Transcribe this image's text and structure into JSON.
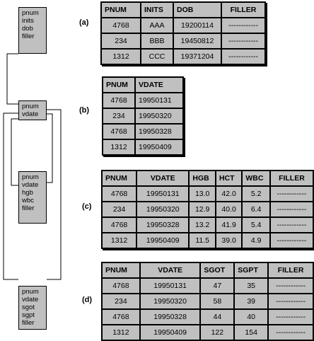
{
  "entities": [
    {
      "fields": [
        "pnum",
        "inits",
        "dob",
        "filler"
      ]
    },
    {
      "fields": [
        "pnum",
        "vdate"
      ]
    },
    {
      "fields": [
        "pnum",
        "vdate",
        "hgb",
        "wbc",
        "filler"
      ]
    },
    {
      "fields": [
        "pnum",
        "vdate",
        "sgot",
        "sgpt",
        "filler"
      ]
    }
  ],
  "tables": [
    {
      "label": "(a)",
      "headers": [
        "PNUM",
        "INITS",
        "DOB",
        "FILLER"
      ],
      "rows": [
        [
          "4768",
          "AAA",
          "19200114",
          "------------"
        ],
        [
          "234",
          "BBB",
          "19450812",
          "------------"
        ],
        [
          "1312",
          "CCC",
          "19371204",
          "------------"
        ]
      ]
    },
    {
      "label": "(b)",
      "headers": [
        "PNUM",
        "VDATE"
      ],
      "rows": [
        [
          "4768",
          "19950131"
        ],
        [
          "234",
          "19950320"
        ],
        [
          "4768",
          "19950328"
        ],
        [
          "1312",
          "19950409"
        ]
      ]
    },
    {
      "label": "(c)",
      "headers": [
        "PNUM",
        "VDATE",
        "HGB",
        "HCT",
        "WBC",
        "FILLER"
      ],
      "rows": [
        [
          "4768",
          "19950131",
          "13.0",
          "42.0",
          "5.2",
          "------------"
        ],
        [
          "234",
          "19950320",
          "12.9",
          "40.0",
          "6.4",
          "------------"
        ],
        [
          "4768",
          "19950328",
          "13.2",
          "41.9",
          "5.4",
          "------------"
        ],
        [
          "1312",
          "19950409",
          "11.5",
          "39.0",
          "4.9",
          "------------"
        ]
      ]
    },
    {
      "label": "(d)",
      "headers": [
        "PNUM",
        "VDATE",
        "SGOT",
        "SGPT",
        "FILLER"
      ],
      "rows": [
        [
          "4768",
          "19950131",
          "47",
          "35",
          "------------"
        ],
        [
          "234",
          "19950320",
          "58",
          "39",
          "------------"
        ],
        [
          "4768",
          "19950328",
          "44",
          "40",
          "------------"
        ],
        [
          "1312",
          "19950409",
          "122",
          "154",
          "------------"
        ]
      ]
    }
  ]
}
